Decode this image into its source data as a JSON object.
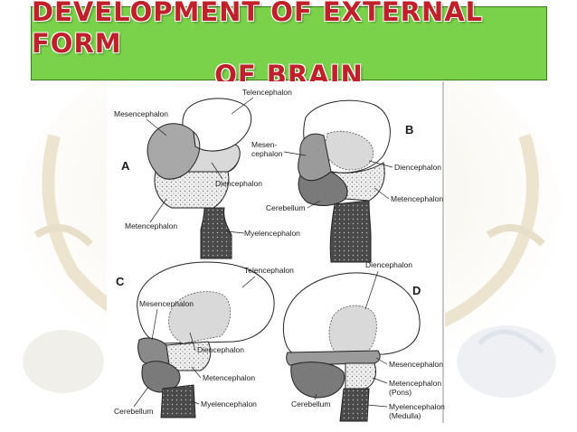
{
  "slide": {
    "title_line1": "DEVELOPMENT OF EXTERNAL FORM",
    "title_line2": "OF BRAIN"
  },
  "panels": {
    "A": {
      "letter": "A",
      "labels": {
        "telencephalon": "Telencephalon",
        "mesencephalon": "Mesencephalon",
        "diencephalon": "Diencephalon",
        "metencephalon": "Metencephalon",
        "myelencephalon": "Myelencephalon"
      }
    },
    "B": {
      "letter": "B",
      "labels": {
        "mesencephalon": "Mesen-",
        "mesencephalon2": "cephalon",
        "diencephalon": "Diencephalon",
        "metencephalon": "Metencephalon",
        "cerebellum": "Cerebellum"
      }
    },
    "C": {
      "letter": "C",
      "labels": {
        "telencephalon": "Telencephalon",
        "mesencephalon": "Mesencephalon",
        "diencephalon": "Diencephalon",
        "metencephalon": "Metencephalon",
        "myelencephalon": "Myelencephalon",
        "cerebellum": "Cerebellum"
      }
    },
    "D": {
      "letter": "D",
      "labels": {
        "diencephalon": "Diencephalon",
        "mesencephalon": "Mesencephalon",
        "metencephalon": "Metencephalon",
        "pons": "(Pons)",
        "myelencephalon": "Myelencephalon",
        "medulla": "(Medulla)",
        "cerebellum": "Cerebellum"
      }
    }
  },
  "colors": {
    "title_bg": "#7ad24a",
    "title_text": "#c0202a",
    "region_dark": "#5a5a5a",
    "region_mid": "#a8a8a8",
    "region_light": "#d9d9d9"
  }
}
